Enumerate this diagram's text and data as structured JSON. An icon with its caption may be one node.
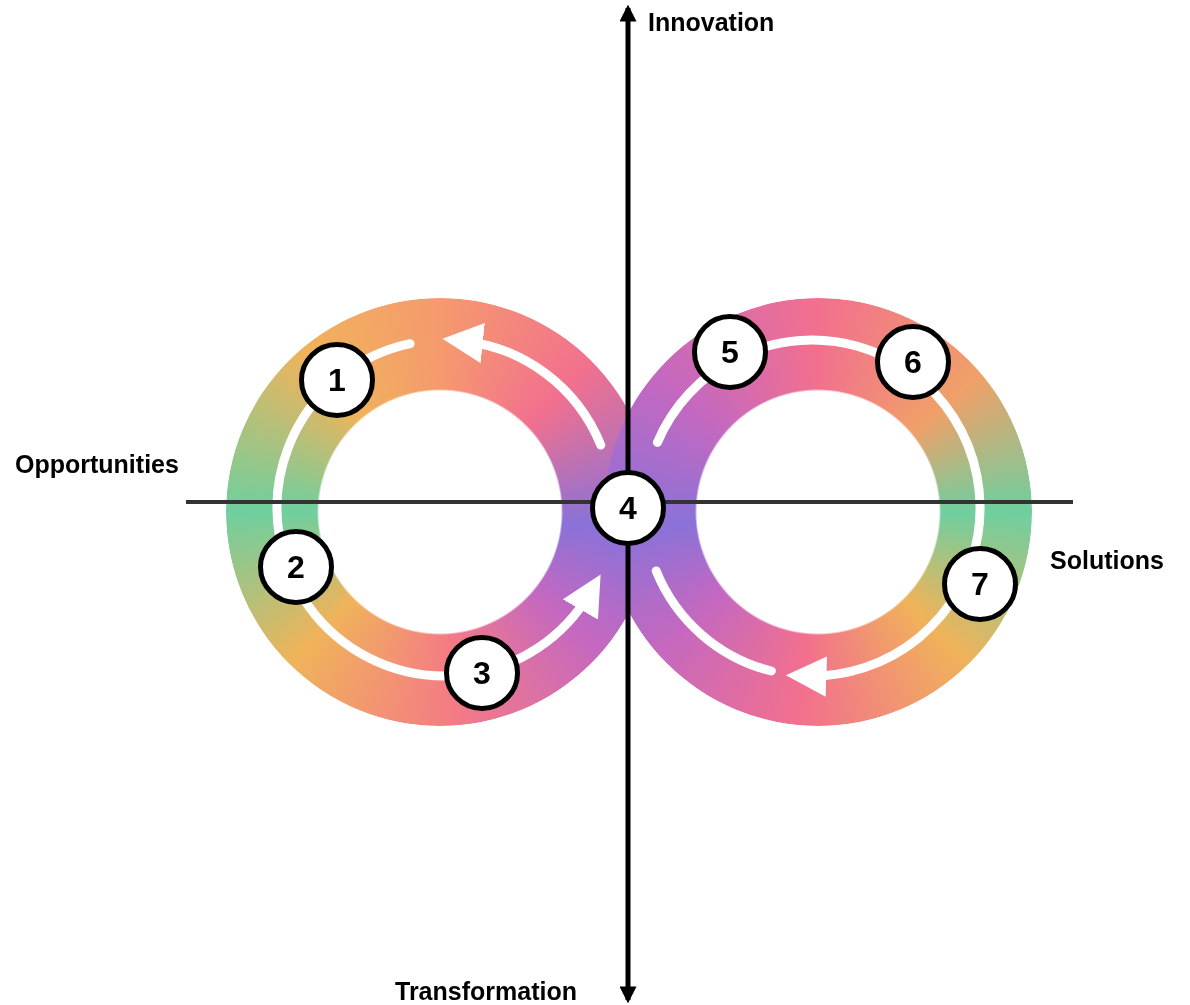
{
  "diagram": {
    "nodes": [
      {
        "text": [
          "1"
        ]
      },
      {
        "text": [
          "2"
        ]
      },
      {
        "text": [
          "3"
        ]
      },
      {
        "text": [
          "4"
        ]
      },
      {
        "text": [
          "5"
        ]
      },
      {
        "text": [
          "6"
        ]
      },
      {
        "text": [
          "7"
        ]
      }
    ],
    "edges": [],
    "labels": [
      "Innovation",
      "Opportunities",
      "Solutions",
      "Transformation"
    ]
  }
}
